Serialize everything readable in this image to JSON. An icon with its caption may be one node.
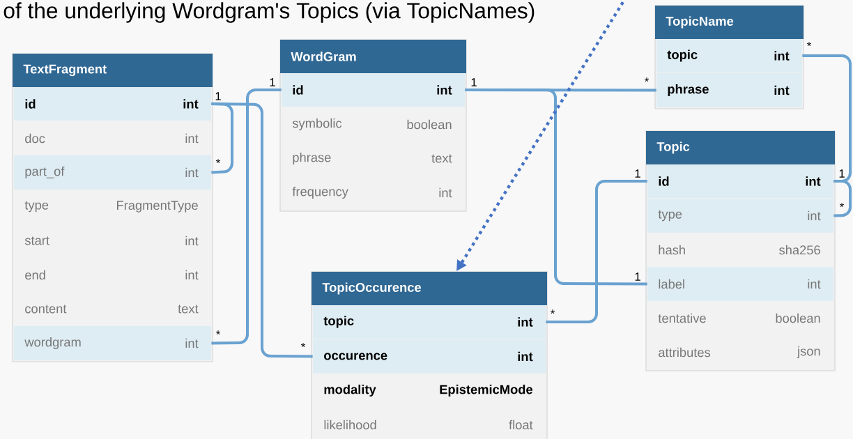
{
  "diagram": {
    "title": "of the underlying Wordgram's Topics (via TopicNames)",
    "nodes": [
      {
        "text": [
          "TextFragment"
        ]
      },
      {
        "text": [
          "id",
          "int"
        ],
        "in": 0
      },
      {
        "text": [
          "doc",
          "int"
        ],
        "in": 0
      },
      {
        "text": [
          "part_of",
          "int"
        ],
        "in": 0
      },
      {
        "text": [
          "type",
          "FragmentType"
        ],
        "in": 0
      },
      {
        "text": [
          "start",
          "int"
        ],
        "in": 0
      },
      {
        "text": [
          "end",
          "int"
        ],
        "in": 0
      },
      {
        "text": [
          "content",
          "text"
        ],
        "in": 0
      },
      {
        "text": [
          "wordgram",
          "int"
        ],
        "in": 0
      },
      {
        "text": [
          "WordGram"
        ]
      },
      {
        "text": [
          "id",
          "int"
        ],
        "in": 9
      },
      {
        "text": [
          "symbolic",
          "boolean"
        ],
        "in": 9
      },
      {
        "text": [
          "phrase",
          "text"
        ],
        "in": 9
      },
      {
        "text": [
          "frequency",
          "int"
        ],
        "in": 9
      },
      {
        "text": [
          "TopicName"
        ]
      },
      {
        "text": [
          "topic",
          "int"
        ],
        "in": 14
      },
      {
        "text": [
          "phrase",
          "int"
        ],
        "in": 14
      },
      {
        "text": [
          "Topic"
        ]
      },
      {
        "text": [
          "id",
          "int"
        ],
        "in": 17
      },
      {
        "text": [
          "type",
          "int"
        ],
        "in": 17
      },
      {
        "text": [
          "hash",
          "sha256"
        ],
        "in": 17
      },
      {
        "text": [
          "label",
          "int"
        ],
        "in": 17
      },
      {
        "text": [
          "tentative",
          "boolean"
        ],
        "in": 17
      },
      {
        "text": [
          "attributes",
          "json"
        ],
        "in": 17
      },
      {
        "text": [
          "TopicOccurence"
        ]
      },
      {
        "text": [
          "topic",
          "int"
        ],
        "in": 24
      },
      {
        "text": [
          "occurence",
          "int"
        ],
        "in": 24
      },
      {
        "text": [
          "modality",
          "EpistemicMode"
        ],
        "in": 24
      },
      {
        "text": [
          "likelihood",
          "float"
        ],
        "in": 24
      }
    ],
    "edges": [
      {
        "from": 1,
        "to": 3,
        "arrow": "none"
      },
      {
        "from": 10,
        "to": 8,
        "arrow": "none"
      },
      {
        "from": 1,
        "to": 26,
        "arrow": "none"
      },
      {
        "from": 10,
        "to": 16,
        "arrow": "none"
      },
      {
        "from": 10,
        "to": 21,
        "arrow": "none"
      },
      {
        "from": 25,
        "to": 18,
        "arrow": "none"
      },
      {
        "from": 15,
        "to": 18,
        "arrow": "none"
      },
      {
        "from": 19,
        "to": 18,
        "arrow": "none"
      },
      {
        "from": 14,
        "to": 24,
        "arrow": "to",
        "style": "dashed",
        "color": "#4472c4"
      }
    ],
    "labels": [
      "*",
      "1",
      "1",
      "*",
      "1",
      "*",
      "1",
      "1",
      "*",
      "1",
      "*",
      "*",
      "*"
    ]
  }
}
